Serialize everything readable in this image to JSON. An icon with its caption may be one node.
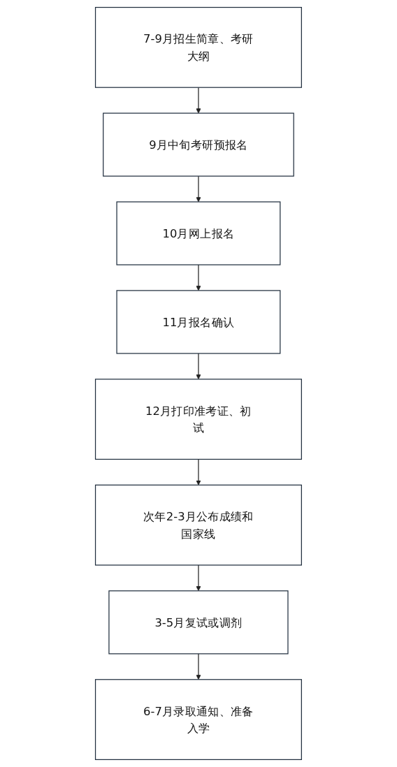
{
  "diagram": {
    "nodes": [
      {
        "text": [
          "7-9月招生简章、考研大纲"
        ]
      },
      {
        "text": [
          "9月中旬考研预报名"
        ]
      },
      {
        "text": [
          "10月网上报名"
        ]
      },
      {
        "text": [
          "11月报名确认"
        ]
      },
      {
        "text": [
          "12月打印准考证、初试"
        ]
      },
      {
        "text": [
          "次年2-3月公布成绩和国家线"
        ]
      },
      {
        "text": [
          "3-5月复试或调剂"
        ]
      },
      {
        "text": [
          "6-7月录取通知、准备入学"
        ]
      }
    ],
    "edges": [
      {
        "from": 0,
        "to": 1,
        "arrow": "to"
      },
      {
        "from": 1,
        "to": 2,
        "arrow": "to"
      },
      {
        "from": 2,
        "to": 3,
        "arrow": "to"
      },
      {
        "from": 3,
        "to": 4,
        "arrow": "to"
      },
      {
        "from": 4,
        "to": 5,
        "arrow": "to"
      },
      {
        "from": 5,
        "to": 6,
        "arrow": "to"
      },
      {
        "from": 6,
        "to": 7,
        "arrow": "to"
      }
    ]
  }
}
